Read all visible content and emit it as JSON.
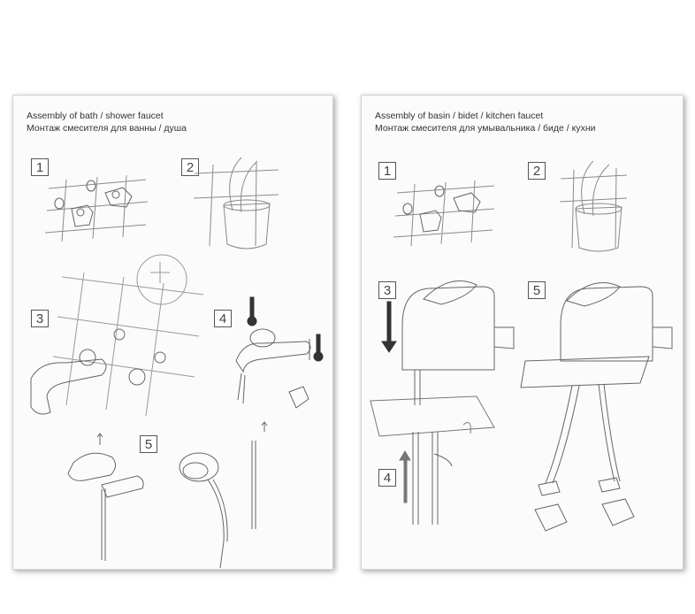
{
  "left_sheet": {
    "title_en": "Assembly of  bath / shower faucet",
    "title_ru": "Монтаж смесителя для ванны / душа",
    "steps": [
      "1",
      "2",
      "3",
      "4",
      "5"
    ]
  },
  "right_sheet": {
    "title_en": "Assembly of basin / bidet / kitchen faucet",
    "title_ru": "Монтаж смесителя для умывальника / биде / кухни",
    "steps": [
      "1",
      "2",
      "3",
      "4",
      "5"
    ]
  }
}
